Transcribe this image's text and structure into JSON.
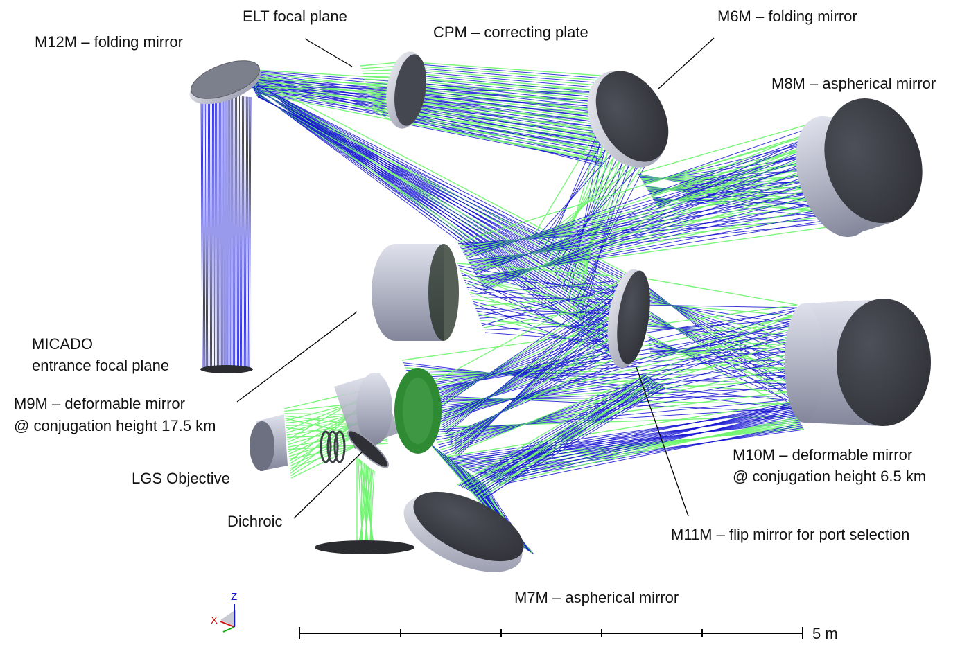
{
  "labels": {
    "elt_focal_plane": "ELT focal plane",
    "cpm": "CPM – correcting plate",
    "m6m": "M6M – folding mirror",
    "m12m": "M12M – folding mirror",
    "m8m": "M8M – aspherical mirror",
    "micado_line1": "MICADO",
    "micado_line2": "entrance focal plane",
    "m9m_line1": "M9M – deformable mirror",
    "m9m_line2": "@ conjugation height 17.5 km",
    "lgs_objective": "LGS Objective",
    "dichroic": "Dichroic",
    "m10m_line1": "M10M – deformable mirror",
    "m10m_line2": "@ conjugation height 6.5 km",
    "m11m": "M11M – flip mirror for port selection",
    "m7m": "M7M – aspherical mirror"
  },
  "scale_bar": {
    "label": "5 m"
  },
  "axes": {
    "z": "Z",
    "x": "X"
  },
  "colors": {
    "ray_blue": "#1414d2",
    "ray_green": "#6ef56e",
    "mirror_face": "#3c3f46",
    "mirror_rim": "#b9bccb",
    "lens_green": "#2f8a34"
  }
}
